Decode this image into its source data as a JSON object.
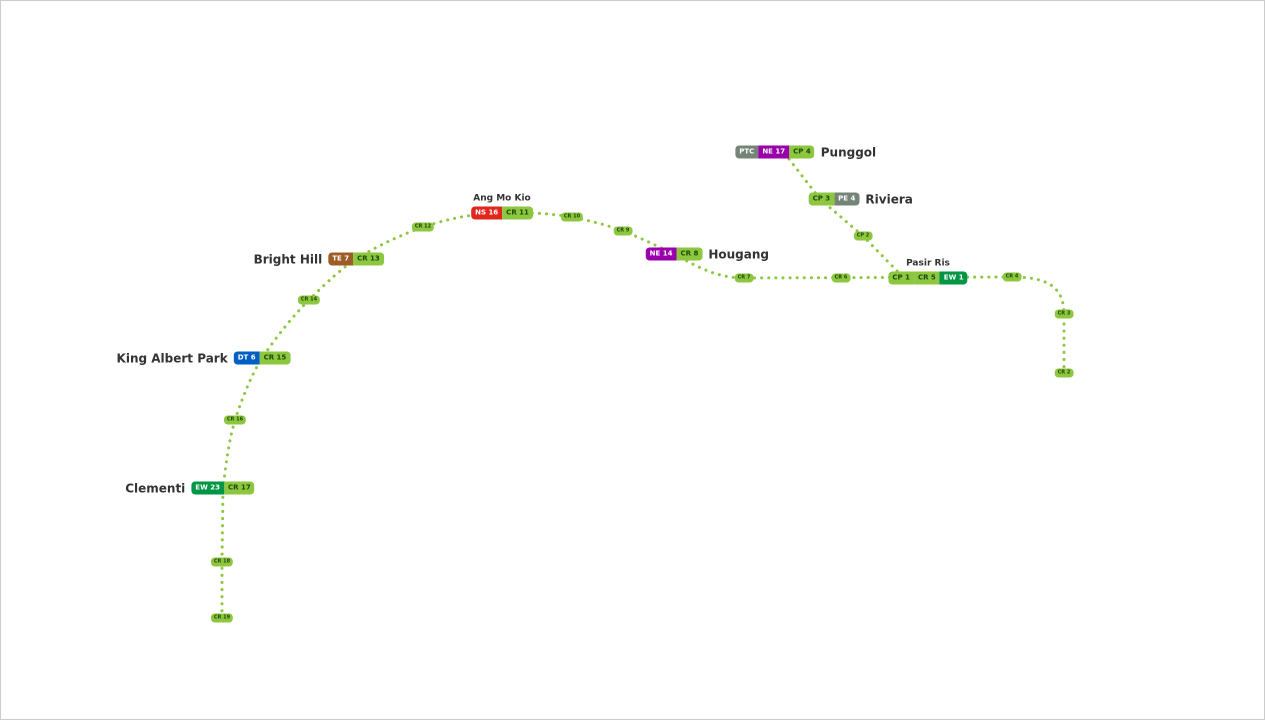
{
  "line_color": "#8dc63f",
  "line_colors": {
    "CR": "#8dc63f",
    "CP": "#8dc63f",
    "NS": "#e1261c",
    "EW": "#009645",
    "TE": "#9d5b25",
    "DT": "#005ec4",
    "NE": "#9900aa",
    "PTC": "#748477",
    "PE": "#748477"
  },
  "stations": [
    {
      "name": "",
      "codes": [
        {
          "label": "CR 19",
          "line": "CR"
        }
      ]
    },
    {
      "name": "",
      "codes": [
        {
          "label": "CR 18",
          "line": "CR"
        }
      ]
    },
    {
      "name": "Clementi",
      "codes": [
        {
          "label": "EW 23",
          "line": "EW"
        },
        {
          "label": "CR 17",
          "line": "CR"
        }
      ]
    },
    {
      "name": "",
      "codes": [
        {
          "label": "CR 16",
          "line": "CR"
        }
      ]
    },
    {
      "name": "King Albert Park",
      "codes": [
        {
          "label": "DT 6",
          "line": "DT"
        },
        {
          "label": "CR 15",
          "line": "CR"
        }
      ]
    },
    {
      "name": "",
      "codes": [
        {
          "label": "CR 14",
          "line": "CR"
        }
      ]
    },
    {
      "name": "Bright Hill",
      "codes": [
        {
          "label": "TE 7",
          "line": "TE"
        },
        {
          "label": "CR 13",
          "line": "CR"
        }
      ]
    },
    {
      "name": "",
      "codes": [
        {
          "label": "CR 12",
          "line": "CR"
        }
      ]
    },
    {
      "name": "Ang Mo Kio",
      "codes": [
        {
          "label": "NS 16",
          "line": "NS"
        },
        {
          "label": "CR 11",
          "line": "CR"
        }
      ]
    },
    {
      "name": "",
      "codes": [
        {
          "label": "CR 10",
          "line": "CR"
        }
      ]
    },
    {
      "name": "",
      "codes": [
        {
          "label": "CR 9",
          "line": "CR"
        }
      ]
    },
    {
      "name": "Hougang",
      "codes": [
        {
          "label": "NE 14",
          "line": "NE"
        },
        {
          "label": "CR 8",
          "line": "CR"
        }
      ]
    },
    {
      "name": "",
      "codes": [
        {
          "label": "CR 7",
          "line": "CR"
        }
      ]
    },
    {
      "name": "",
      "codes": [
        {
          "label": "CR 6",
          "line": "CR"
        }
      ]
    },
    {
      "name": "Pasir Ris",
      "codes": [
        {
          "label": "CP 1",
          "line": "CP"
        },
        {
          "label": "CR 5",
          "line": "CR"
        },
        {
          "label": "EW 1",
          "line": "EW"
        }
      ]
    },
    {
      "name": "",
      "codes": [
        {
          "label": "CR 4",
          "line": "CR"
        }
      ]
    },
    {
      "name": "",
      "codes": [
        {
          "label": "CR 3",
          "line": "CR"
        }
      ]
    },
    {
      "name": "",
      "codes": [
        {
          "label": "CR 2",
          "line": "CR"
        }
      ]
    },
    {
      "name": "",
      "codes": [
        {
          "label": "CP 2",
          "line": "CP"
        }
      ]
    },
    {
      "name": "Riviera",
      "codes": [
        {
          "label": "CP 3",
          "line": "CP"
        },
        {
          "label": "PE 4",
          "line": "PE"
        }
      ]
    },
    {
      "name": "Punggol",
      "codes": [
        {
          "label": "PTC",
          "line": "PTC"
        },
        {
          "label": "NE 17",
          "line": "NE"
        },
        {
          "label": "CP 4",
          "line": "CP"
        }
      ]
    }
  ]
}
